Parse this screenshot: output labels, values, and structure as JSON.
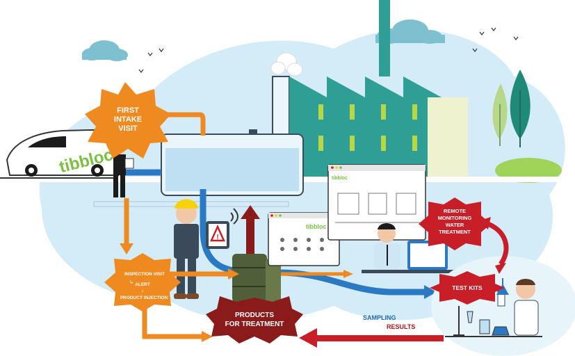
{
  "brand": {
    "logo_text": "tibbloc"
  },
  "colors": {
    "orange": "#ee8a1f",
    "dark_red": "#8b1a1a",
    "red": "#c81e28",
    "blue": "#2a79c2",
    "teal": "#2f9e95",
    "light_blue": "#bfdff2"
  },
  "labels": {
    "first_intake_line1": "FIRST",
    "first_intake_line2": "INTAKE",
    "first_intake_line3": "VISIT",
    "inspection_visit": "INSPECTION VISIT",
    "alert": "ALERT",
    "product_injection": "PRODUCT INJECTION",
    "products_line1": "PRODUCTS",
    "products_line2": "FOR TREATMENT",
    "remote_line1": "REMOTE",
    "remote_line2": "MONITORING",
    "remote_line3": "WATER",
    "remote_line4": "TREATMENT",
    "test_kits": "TEST KITS",
    "sampling": "SAMPLING",
    "results": "RESULTS"
  },
  "icons": {
    "alert": "warning-triangle-icon",
    "arrow_down": "down-arrow-icon"
  }
}
